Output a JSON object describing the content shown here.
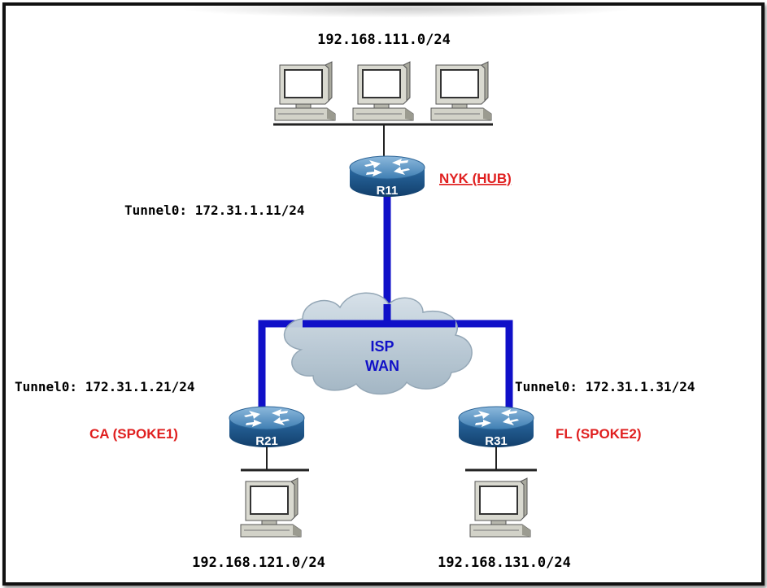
{
  "networks": {
    "hub_lan": "192.168.111.0/24",
    "spoke1_lan": "192.168.121.0/24",
    "spoke2_lan": "192.168.131.0/24"
  },
  "tunnels": {
    "hub": "Tunnel0: 172.31.1.11/24",
    "spoke1": "Tunnel0: 172.31.1.21/24",
    "spoke2": "Tunnel0: 172.31.1.31/24"
  },
  "routers": {
    "hub": {
      "name": "R11",
      "site": "NYK (HUB)"
    },
    "spoke1": {
      "name": "R21",
      "site": "CA (SPOKE1)"
    },
    "spoke2": {
      "name": "R31",
      "site": "FL (SPOKE2)"
    }
  },
  "cloud": {
    "line1": "ISP",
    "line2": "WAN"
  },
  "colors": {
    "wan_link": "#1010c8",
    "router_top": "#4a86b8",
    "router_side": "#1f5d93",
    "site_label": "#e02020",
    "cloud_fill": "#b8c8d4",
    "cloud_text": "#1010c8"
  }
}
